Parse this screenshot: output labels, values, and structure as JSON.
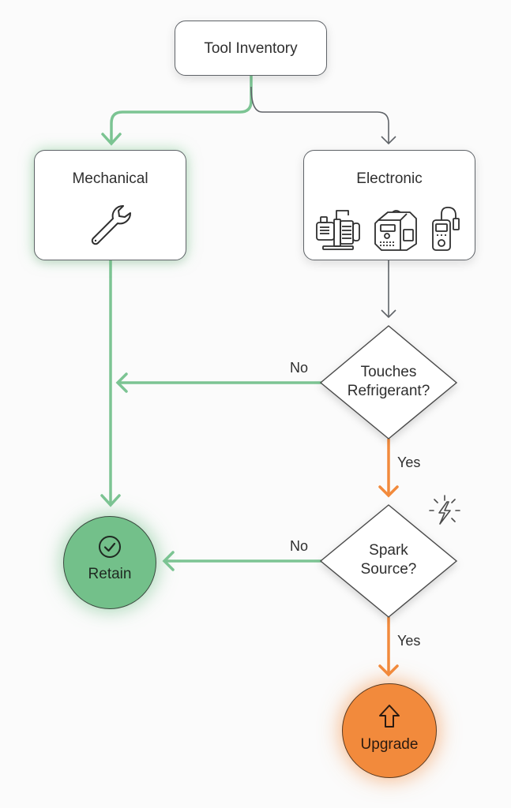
{
  "diagram": {
    "title": "Tool Inventory decision flow",
    "colors": {
      "accept_path": "#7cc493",
      "reject_path": "#f28a3c",
      "neutral_path": "#5f6368",
      "retain_fill": "#73c08a",
      "upgrade_fill": "#f28a3c"
    },
    "nodes": {
      "root": {
        "label": "Tool Inventory",
        "shape": "rounded-rect"
      },
      "mechanical": {
        "label": "Mechanical",
        "shape": "rounded-rect",
        "icon": "wrench-icon"
      },
      "electronic": {
        "label": "Electronic",
        "shape": "rounded-rect",
        "icons": [
          "vacuum-pump-icon",
          "recovery-machine-icon",
          "digital-gauge-icon"
        ]
      },
      "decision_refrigerant": {
        "line1": "Touches",
        "line2": "Refrigerant?",
        "shape": "diamond"
      },
      "decision_spark": {
        "line1": "Spark",
        "line2": "Source?",
        "shape": "diamond",
        "badge_icon": "spark-icon"
      },
      "retain": {
        "label": "Retain",
        "shape": "circle",
        "icon": "check-circle-icon"
      },
      "upgrade": {
        "label": "Upgrade",
        "shape": "circle",
        "icon": "arrow-up-icon"
      }
    },
    "edges": [
      {
        "from": "root",
        "to": "mechanical",
        "label": "",
        "style": "accept"
      },
      {
        "from": "root",
        "to": "electronic",
        "label": "",
        "style": "neutral"
      },
      {
        "from": "mechanical",
        "to": "retain",
        "label": "",
        "style": "accept"
      },
      {
        "from": "electronic",
        "to": "decision_refrigerant",
        "label": "",
        "style": "neutral"
      },
      {
        "from": "decision_refrigerant",
        "to": "mechanical-line",
        "label": "No",
        "style": "accept"
      },
      {
        "from": "decision_refrigerant",
        "to": "decision_spark",
        "label": "Yes",
        "style": "reject"
      },
      {
        "from": "decision_spark",
        "to": "retain",
        "label": "No",
        "style": "accept"
      },
      {
        "from": "decision_spark",
        "to": "upgrade",
        "label": "Yes",
        "style": "reject"
      }
    ]
  }
}
